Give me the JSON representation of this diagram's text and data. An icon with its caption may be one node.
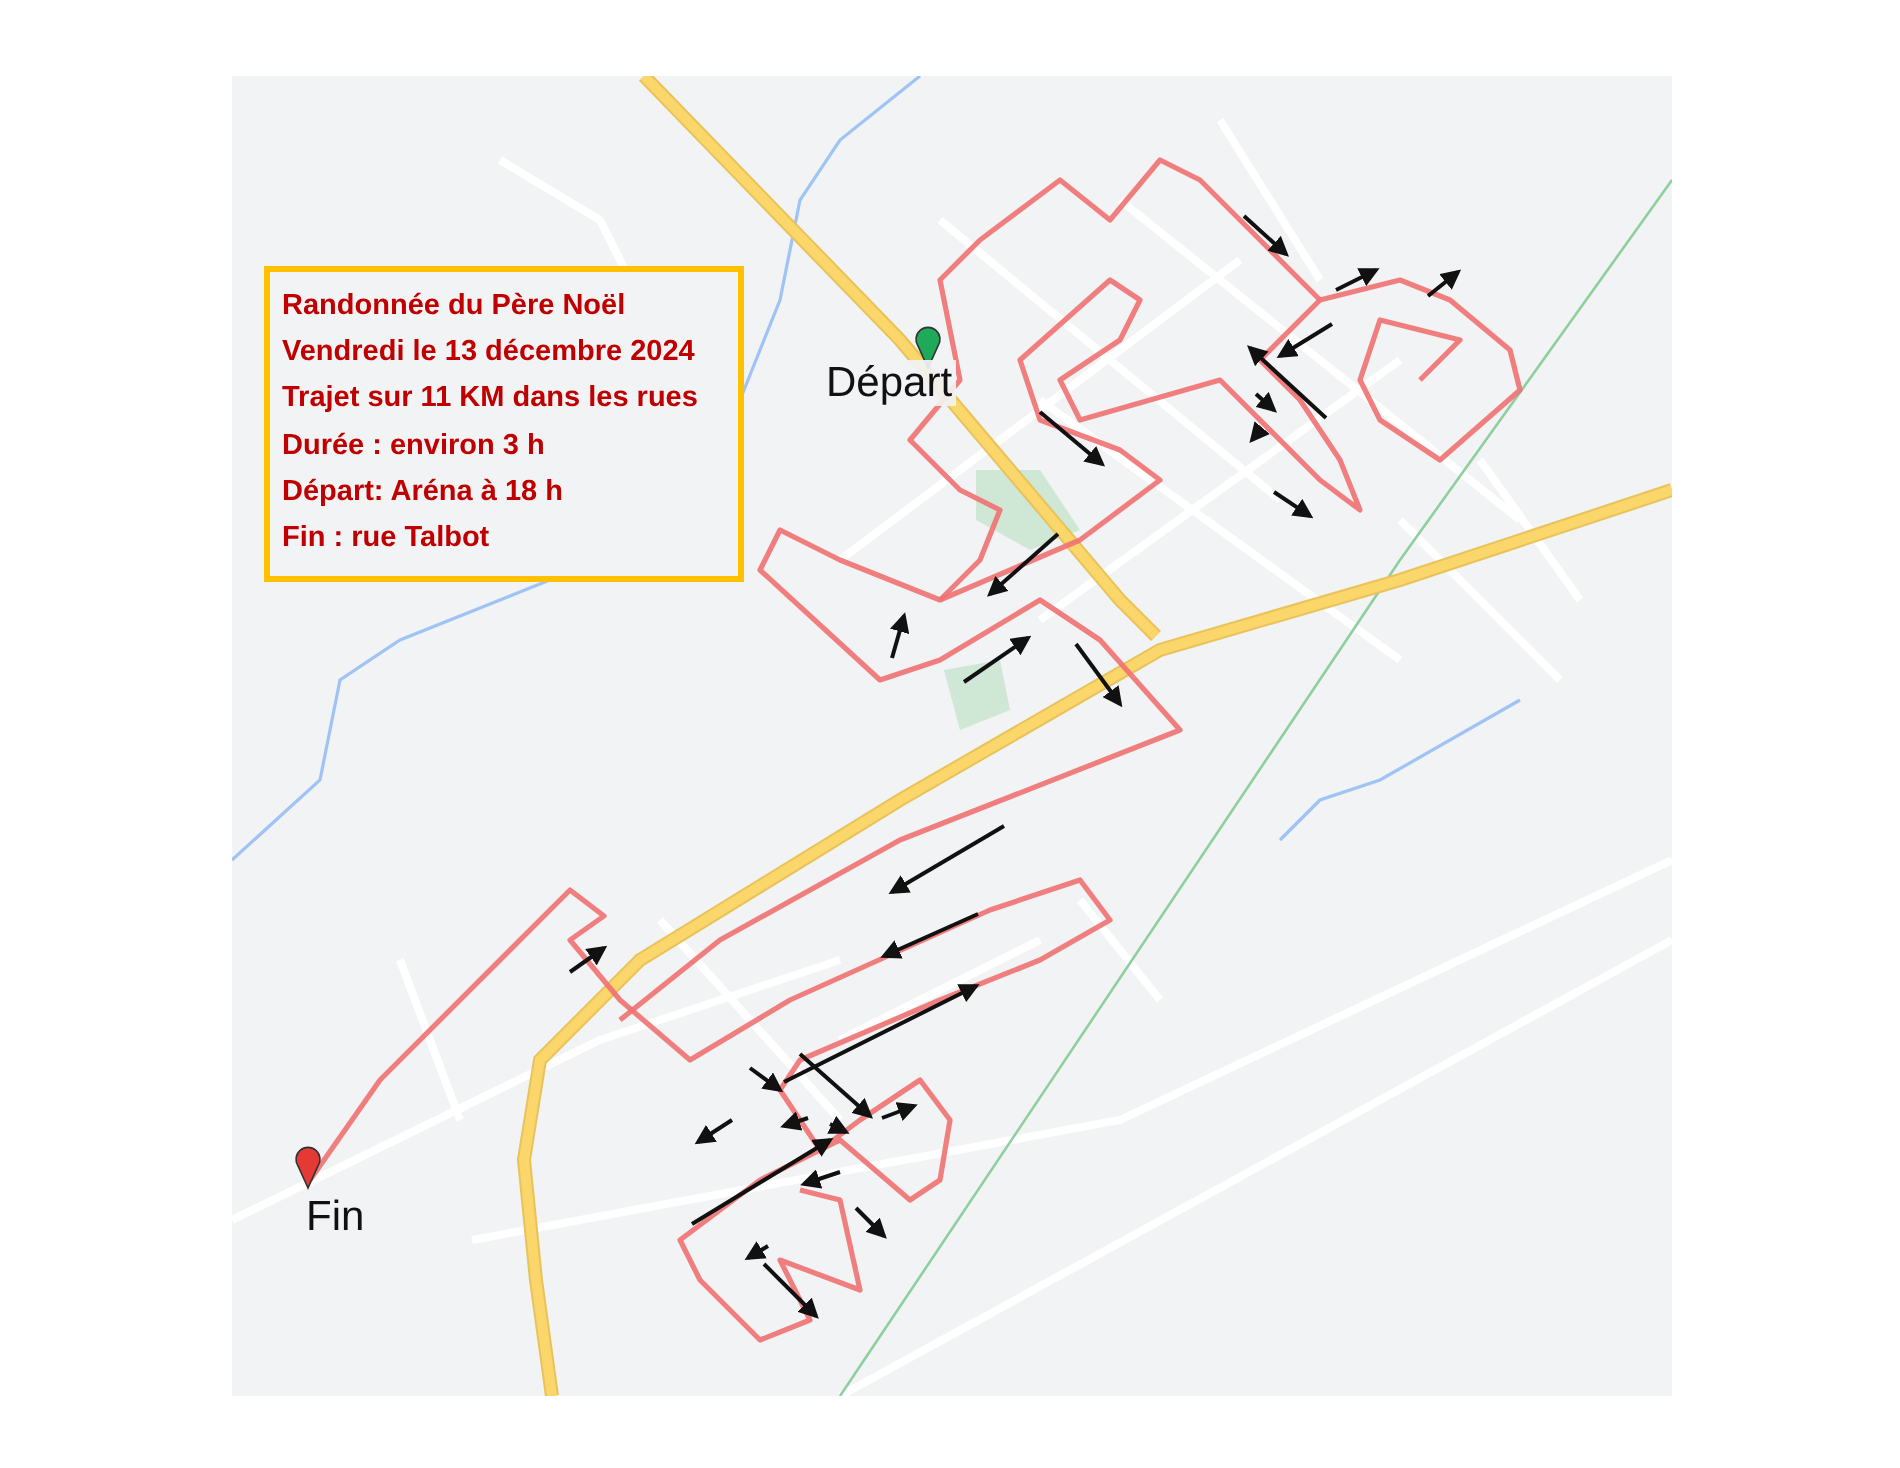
{
  "diagram": {
    "nodes": [
      {
        "text": [
          "Randonnée du Père Noël",
          "Vendredi le 13 décembre 2024",
          "Trajet sur 11 KM dans les rues",
          "Durée : environ 3 h",
          "Départ: Aréna à 18 h",
          "Fin : rue Talbot"
        ]
      }
    ],
    "labels": [
      "Départ",
      "Fin"
    ]
  }
}
